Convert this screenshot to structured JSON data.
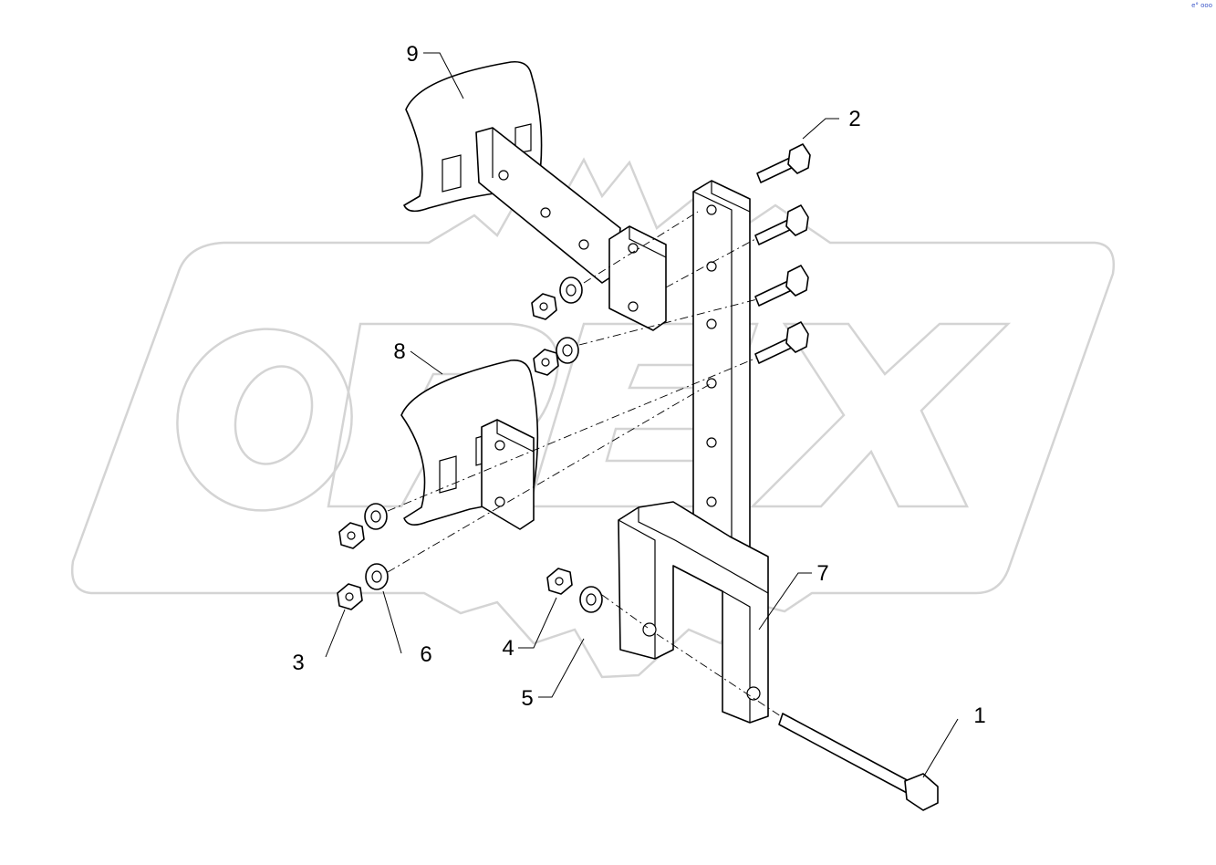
{
  "watermark": {
    "text": "OPEX",
    "color": "#d4d4d4"
  },
  "corner_mark": "e° ooo",
  "callouts": [
    {
      "id": "1",
      "label": "1"
    },
    {
      "id": "2",
      "label": "2"
    },
    {
      "id": "3",
      "label": "3"
    },
    {
      "id": "4",
      "label": "4"
    },
    {
      "id": "5",
      "label": "5"
    },
    {
      "id": "6",
      "label": "6"
    },
    {
      "id": "7",
      "label": "7"
    },
    {
      "id": "8",
      "label": "8"
    },
    {
      "id": "9",
      "label": "9"
    }
  ]
}
